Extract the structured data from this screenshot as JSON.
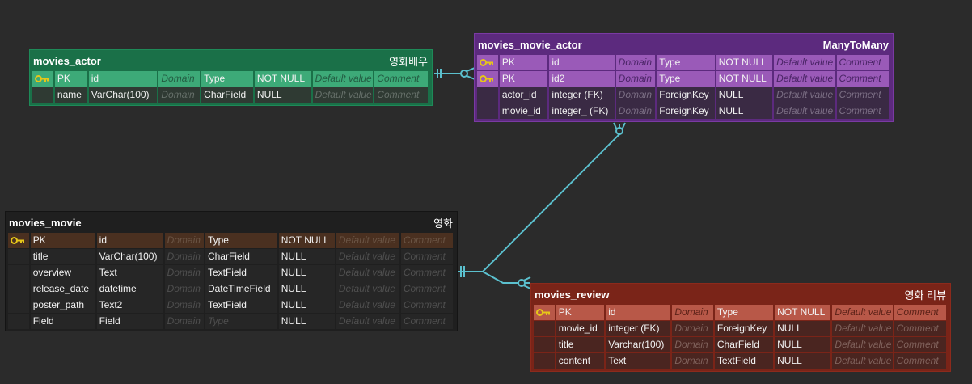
{
  "tables": {
    "movies_actor": {
      "name": "movies_actor",
      "comment": "영화배우",
      "columns": [
        {
          "pk": true,
          "name": "PK",
          "field": "id",
          "domain": "Domain",
          "type": "Type",
          "null": "NOT NULL",
          "default": "Default value",
          "comment": "Comment"
        },
        {
          "pk": false,
          "name": "name",
          "field": "VarChar(100)",
          "domain": "Domain",
          "type": "CharField",
          "null": "NULL",
          "default": "Default value",
          "comment": "Comment"
        }
      ]
    },
    "movies_movie_actor": {
      "name": "movies_movie_actor",
      "comment": "ManyToMany",
      "columns": [
        {
          "pk": true,
          "name": "PK",
          "field": "id",
          "domain": "Domain",
          "type": "Type",
          "null": "NOT NULL",
          "default": "Default value",
          "comment": "Comment"
        },
        {
          "pk": true,
          "name": "PK",
          "field": "id2",
          "domain": "Domain",
          "type": "Type",
          "null": "NOT NULL",
          "default": "Default value",
          "comment": "Comment"
        },
        {
          "pk": false,
          "name": "actor_id",
          "field": "integer (FK)",
          "domain": "Domain",
          "type": "ForeignKey",
          "null": "NULL",
          "default": "Default value",
          "comment": "Comment"
        },
        {
          "pk": false,
          "name": "movie_id",
          "field": "integer_ (FK)",
          "domain": "Domain",
          "type": "ForeignKey",
          "null": "NULL",
          "default": "Default value",
          "comment": "Comment"
        }
      ]
    },
    "movies_movie": {
      "name": "movies_movie",
      "comment": "영화",
      "columns": [
        {
          "pk": true,
          "name": "PK",
          "field": "id",
          "domain": "Domain",
          "type": "Type",
          "null": "NOT NULL",
          "default": "Default value",
          "comment": "Comment"
        },
        {
          "pk": false,
          "name": "title",
          "field": "VarChar(100)",
          "domain": "Domain",
          "type": "CharField",
          "null": "NULL",
          "default": "Default value",
          "comment": "Comment"
        },
        {
          "pk": false,
          "name": "overview",
          "field": "Text",
          "domain": "Domain",
          "type": "TextField",
          "null": "NULL",
          "default": "Default value",
          "comment": "Comment"
        },
        {
          "pk": false,
          "name": "release_date",
          "field": "datetime",
          "domain": "Domain",
          "type": "DateTimeField",
          "null": "NULL",
          "default": "Default value",
          "comment": "Comment"
        },
        {
          "pk": false,
          "name": "poster_path",
          "field": "Text2",
          "domain": "Domain",
          "type": "TextField",
          "null": "NULL",
          "default": "Default value",
          "comment": "Comment"
        },
        {
          "pk": false,
          "name": "Field",
          "field": "Field",
          "domain": "Domain",
          "type": "Type",
          "null": "NULL",
          "default": "Default value",
          "comment": "Comment"
        }
      ]
    },
    "movies_review": {
      "name": "movies_review",
      "comment": "영화 리뷰",
      "columns": [
        {
          "pk": true,
          "name": "PK",
          "field": "id",
          "domain": "Domain",
          "type": "Type",
          "null": "NOT NULL",
          "default": "Default value",
          "comment": "Comment"
        },
        {
          "pk": false,
          "name": "movie_id",
          "field": "integer (FK)",
          "domain": "Domain",
          "type": "ForeignKey",
          "null": "NULL",
          "default": "Default value",
          "comment": "Comment"
        },
        {
          "pk": false,
          "name": "title",
          "field": "Varchar(100)",
          "domain": "Domain",
          "type": "CharField",
          "null": "NULL",
          "default": "Default value",
          "comment": "Comment"
        },
        {
          "pk": false,
          "name": "content",
          "field": "Text",
          "domain": "Domain",
          "type": "TextField",
          "null": "NULL",
          "default": "Default value",
          "comment": "Comment"
        }
      ]
    }
  },
  "colors": {
    "background": "#2b2b2b",
    "relationship_line": "#5bc0ce",
    "key_icon": "#e6c619"
  },
  "icons": {
    "primary_key": "key-icon"
  }
}
